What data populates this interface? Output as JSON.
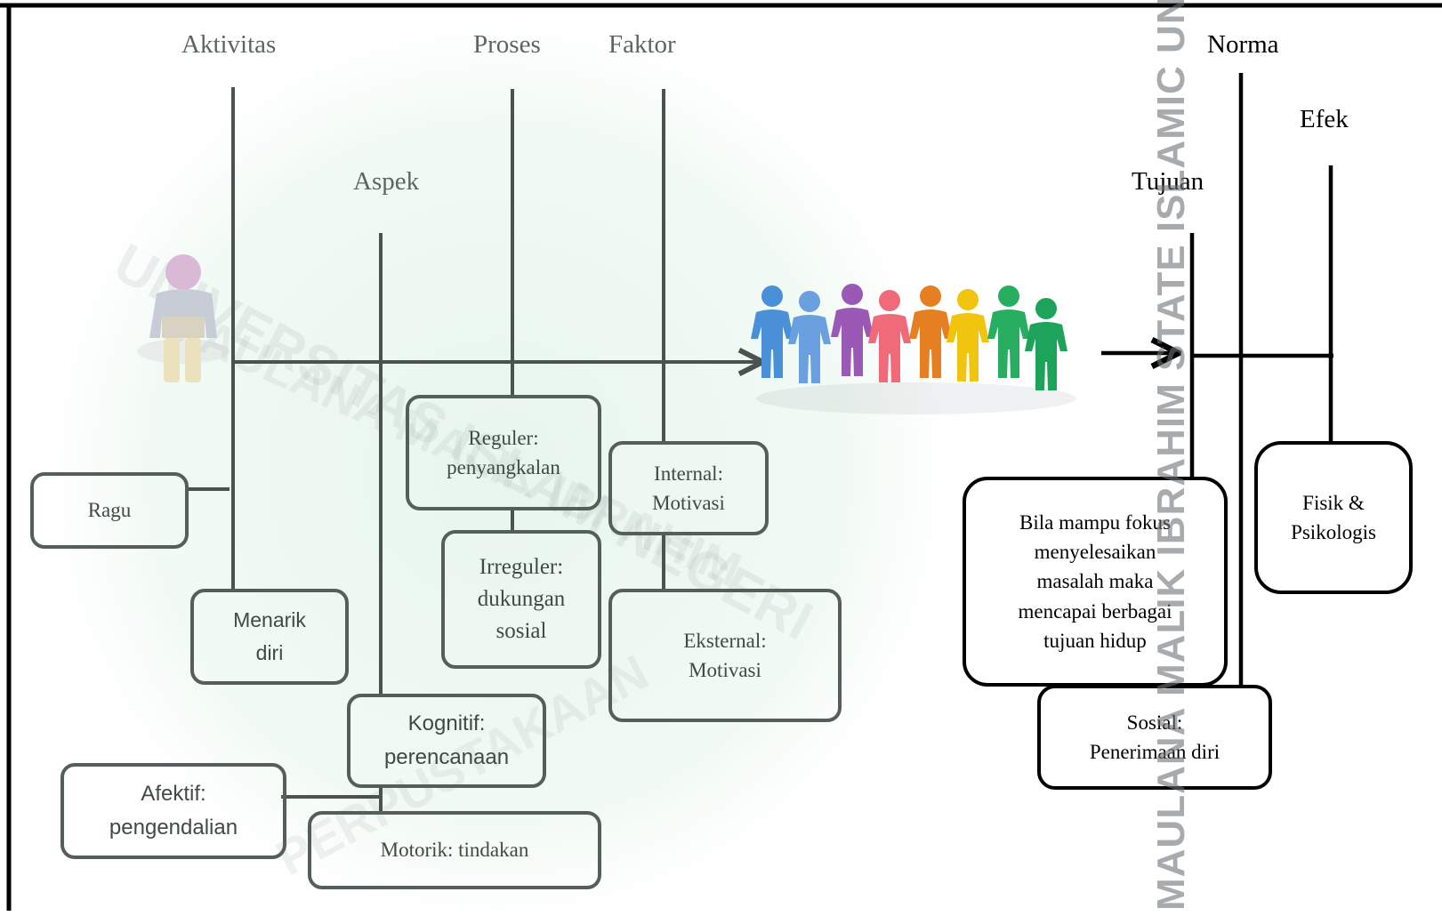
{
  "headers_left": {
    "aktivitas": "Aktivitas",
    "proses": "Proses",
    "faktor": "Faktor",
    "aspek": "Aspek"
  },
  "headers_right": {
    "norma": "Norma",
    "efek": "Efek",
    "tujuan": "Tujuan"
  },
  "boxes": {
    "ragu": "Ragu",
    "menarik_diri": "Menarik\ndiri",
    "reguler": "Reguler:\npenyangkalan",
    "irreguler": "Irreguler:\ndukungan\nsosial",
    "internal": "Internal:\nMotivasi",
    "eksternal": "Eksternal:\nMotivasi",
    "kognitif": "Kognitif:\nperencanaan",
    "afektif": "Afektif:\npengendalian",
    "motorik": "Motorik: tindakan",
    "tujuan_hidup": "Bila mampu fokus\nmenyelesaikan\nmasalah maka\nmencapai berbagai\ntujuan hidup",
    "fisik": "Fisik &\nPsikologis",
    "sosial": "Sosial:\nPenerimaan diri"
  },
  "watermark": {
    "vertical": "MAULANA MALIK IBRAHIM STATE ISLAMIC UNIVER",
    "arc_top": "UNIVERSITAS ISLAM NEGERI",
    "arc_mid": "MAULANA MALIK IBRAHIM",
    "arc_bottom": "PERPUSTAKAAN"
  },
  "colors": {
    "left_lines": "#4a534e",
    "right_lines": "#000000",
    "person_single": "#c8ccd6",
    "group": [
      "#4a90d9",
      "#6aa0e0",
      "#9b59b6",
      "#f06a7a",
      "#e67e22",
      "#f1c40f",
      "#27ae60",
      "#1ea35a"
    ]
  }
}
